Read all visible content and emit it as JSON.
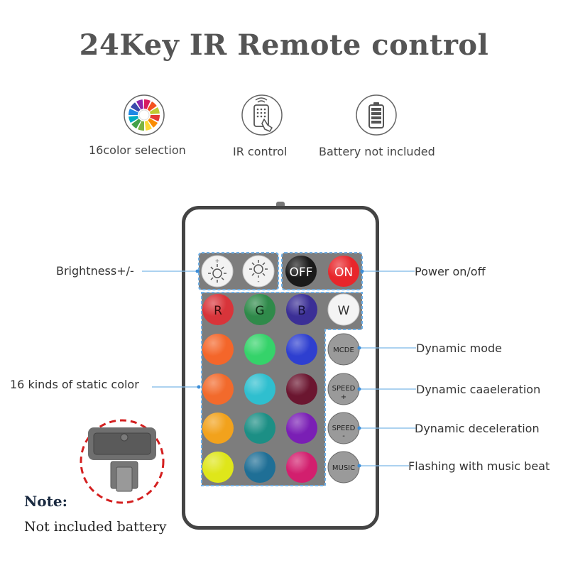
{
  "title": "24Key IR Remote control",
  "features": [
    {
      "label": "16color selection",
      "icon": "color-wheel-icon"
    },
    {
      "label": "IR control",
      "icon": "remote-hand-icon"
    },
    {
      "label": "Battery not included",
      "icon": "battery-icon"
    }
  ],
  "buttons": {
    "brightness_up_sign": "+",
    "brightness_down_sign": "-",
    "off": "OFF",
    "on": "ON",
    "r": "R",
    "g": "G",
    "b": "B",
    "w": "W",
    "mode": "MCDE",
    "speed_up_word": "SPEED",
    "speed_up_sign": "+",
    "speed_down_word": "SPEED",
    "speed_down_sign": "-",
    "music": "MUSIC"
  },
  "annotations": {
    "brightness": "Brightness+/-",
    "static_color": "16 kinds of static color",
    "power": "Power on/off",
    "dynamic_mode": "Dynamic mode",
    "acceleration": "Dynamic caaeleration",
    "deceleration": "Dynamic deceleration",
    "music": "Flashing with music beat"
  },
  "note": {
    "title": "Note:",
    "text": "Not included battery"
  },
  "colors": {
    "red_key": "#d8343a",
    "green_key": "#2f8a4a",
    "blue_key": "#3b2f96",
    "on_key": "#e8262b",
    "off_key": "#1a1a1a",
    "panel": "#7d7d7d",
    "annotation": "#3d8ed8",
    "dashed_circle": "#d42020",
    "static_colors": [
      "#f4662a",
      "#35d36a",
      "#2e3fd0",
      "#f26a2c",
      "#2fbfcf",
      "#6b1630",
      "#f2a21c",
      "#1c8f85",
      "#7a1fb5",
      "#dfe61a",
      "#1f6f96",
      "#d21f6e"
    ]
  }
}
